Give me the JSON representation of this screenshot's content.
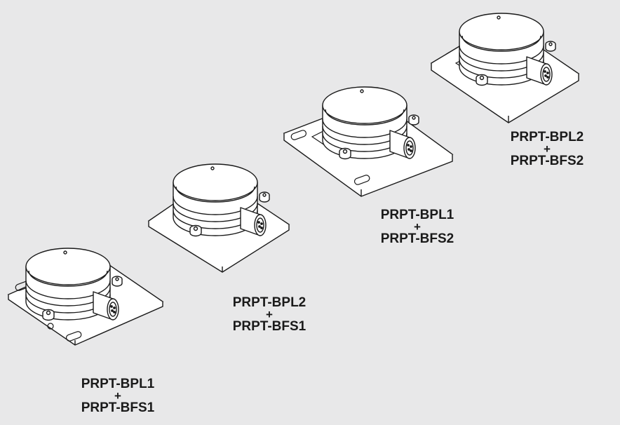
{
  "background": "#e8e8e9",
  "stroke_color": "#1a1a1a",
  "fill_color": "#ffffff",
  "assemblies": [
    {
      "id": "a1",
      "top": "PRPT-BPL1",
      "plus": "+",
      "bottom": "PRPT-BFS1",
      "slots": true
    },
    {
      "id": "a2",
      "top": "PRPT-BPL2",
      "plus": "+",
      "bottom": "PRPT-BFS1",
      "slots": false
    },
    {
      "id": "a3",
      "top": "PRPT-BPL1",
      "plus": "+",
      "bottom": "PRPT-BFS2",
      "slots": true
    },
    {
      "id": "a4",
      "top": "PRPT-BPL2",
      "plus": "+",
      "bottom": "PRPT-BFS2",
      "slots": false
    }
  ]
}
